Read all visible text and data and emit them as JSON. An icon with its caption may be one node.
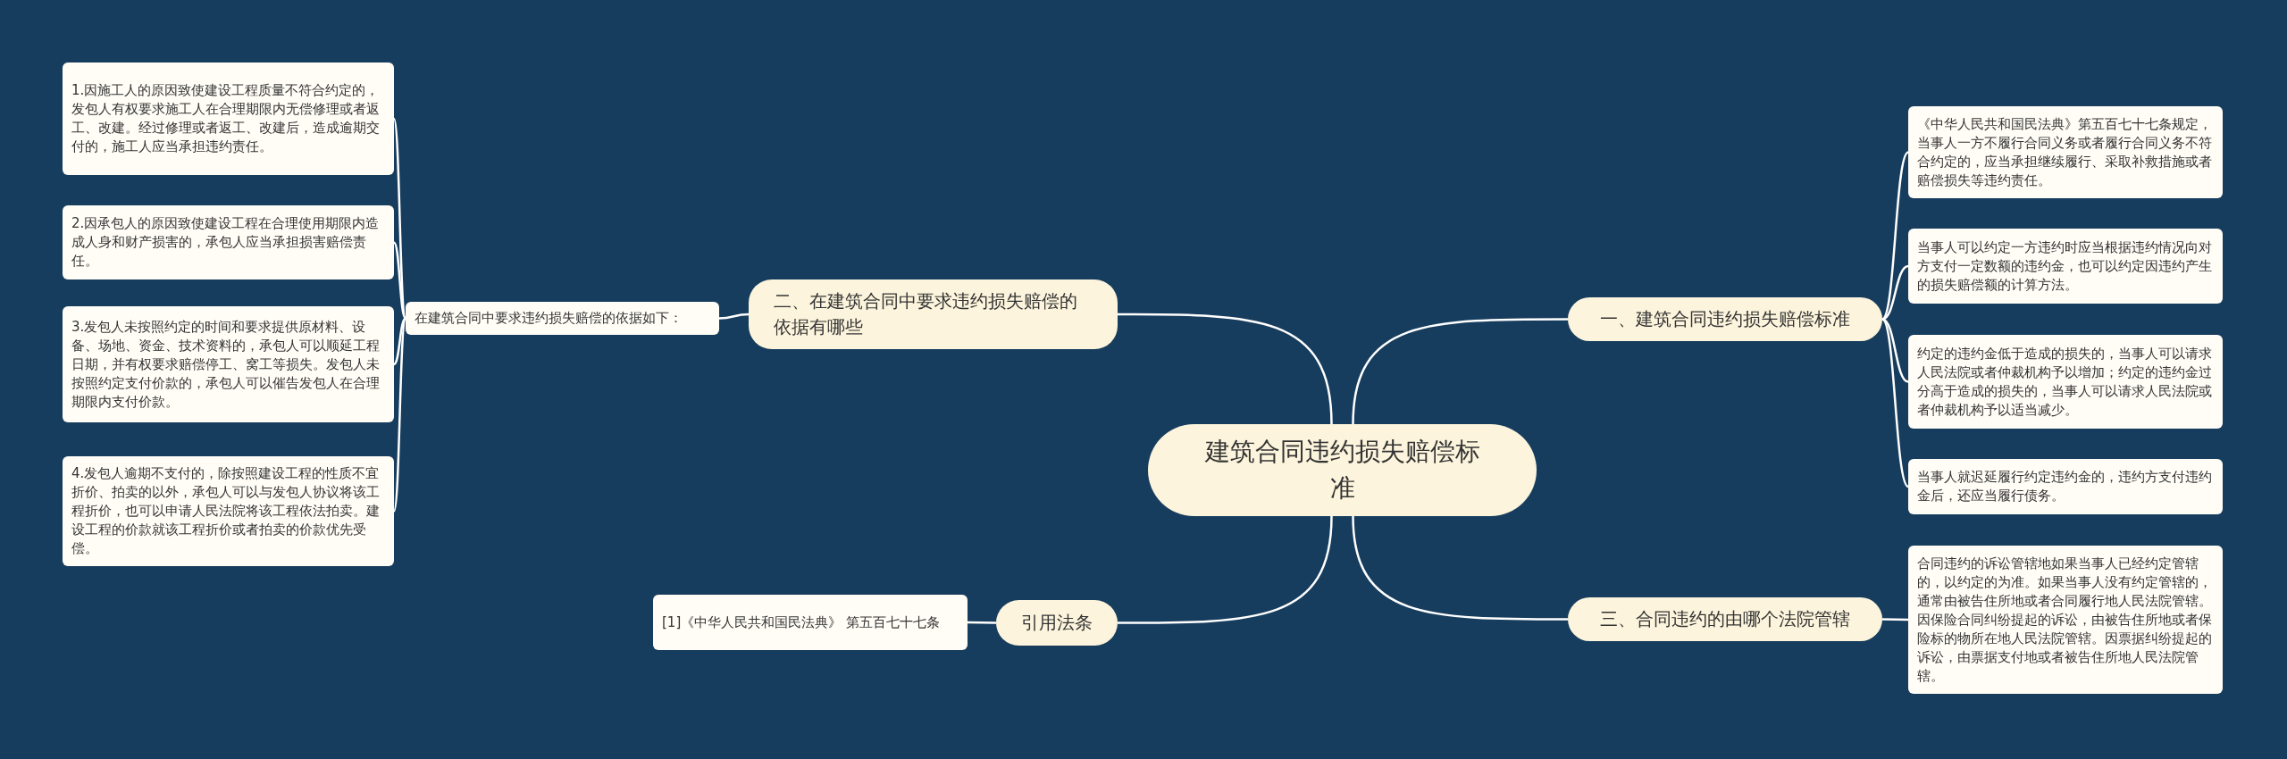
{
  "diagram": {
    "nodes": [
      {
        "text": [
          "建筑合同违约损失赔偿标准"
        ]
      },
      {
        "text": [
          "二、在建筑合同中要求违约损失赔偿的依据有哪些"
        ]
      },
      {
        "text": [
          "在建筑合同中要求违约损失赔偿的依据如下："
        ]
      },
      {
        "text": [
          "1.因施工人的原因致使建设工程质量不符合约定的，发包人有权要求施工人在合理期限内无偿修理或者返工、改建。经过修理或者返工、改建后，造成逾期交付的，施工人应当承担违约责任。"
        ]
      },
      {
        "text": [
          "2.因承包人的原因致使建设工程在合理使用期限内造成人身和财产损害的，承包人应当承担损害赔偿责任。"
        ]
      },
      {
        "text": [
          "3.发包人未按照约定的时间和要求提供原材料、设备、场地、资金、技术资料的，承包人可以顺延工程日期，并有权要求赔偿停工、窝工等损失。发包人未按照约定支付价款的，承包人可以催告发包人在合理期限内支付价款。"
        ]
      },
      {
        "text": [
          "4.发包人逾期不支付的，除按照建设工程的性质不宜折价、拍卖的以外，承包人可以与发包人协议将该工程折价，也可以申请人民法院将该工程依法拍卖。建设工程的价款就该工程折价或者拍卖的价款优先受偿。"
        ]
      },
      {
        "text": [
          "引用法条"
        ]
      },
      {
        "text": [
          "[1]《中华人民共和国民法典》 第五百七十七条"
        ]
      },
      {
        "text": [
          "一、建筑合同违约损失赔偿标准"
        ]
      },
      {
        "text": [
          "《中华人民共和国民法典》第五百七十七条规定，当事人一方不履行合同义务或者履行合同义务不符合约定的，应当承担继续履行、采取补救措施或者赔偿损失等违约责任。"
        ]
      },
      {
        "text": [
          "当事人可以约定一方违约时应当根据违约情况向对方支付一定数额的违约金，也可以约定因违约产生的损失赔偿额的计算方法。"
        ]
      },
      {
        "text": [
          "约定的违约金低于造成的损失的，当事人可以请求人民法院或者仲裁机构予以增加；约定的违约金过分高于造成的损失的，当事人可以请求人民法院或者仲裁机构予以适当减少。"
        ]
      },
      {
        "text": [
          "当事人就迟延履行约定违约金的，违约方支付违约金后，还应当履行债务。"
        ]
      },
      {
        "text": [
          "三、合同违约的由哪个法院管辖"
        ]
      },
      {
        "text": [
          "合同违约的诉讼管辖地如果当事人已经约定管辖的，以约定的为准。如果当事人没有约定管辖的，通常由被告住所地或者合同履行地人民法院管辖。因保险合同纠纷提起的诉讼，由被告住所地或者保险标的物所在地人民法院管辖。因票据纠纷提起的诉讼，由票据支付地或者被告住所地人民法院管辖。"
        ]
      }
    ],
    "edges": [
      {
        "from": 0,
        "to": 1,
        "arrow": "none"
      },
      {
        "from": 1,
        "to": 2,
        "arrow": "none"
      },
      {
        "from": 2,
        "to": 3,
        "arrow": "none"
      },
      {
        "from": 2,
        "to": 4,
        "arrow": "none"
      },
      {
        "from": 2,
        "to": 5,
        "arrow": "none"
      },
      {
        "from": 2,
        "to": 6,
        "arrow": "none"
      },
      {
        "from": 0,
        "to": 7,
        "arrow": "none"
      },
      {
        "from": 7,
        "to": 8,
        "arrow": "none"
      },
      {
        "from": 0,
        "to": 9,
        "arrow": "none"
      },
      {
        "from": 9,
        "to": 10,
        "arrow": "none"
      },
      {
        "from": 9,
        "to": 11,
        "arrow": "none"
      },
      {
        "from": 9,
        "to": 12,
        "arrow": "none"
      },
      {
        "from": 9,
        "to": 13,
        "arrow": "none"
      },
      {
        "from": 0,
        "to": 14,
        "arrow": "none"
      },
      {
        "from": 14,
        "to": 15,
        "arrow": "none"
      }
    ]
  }
}
